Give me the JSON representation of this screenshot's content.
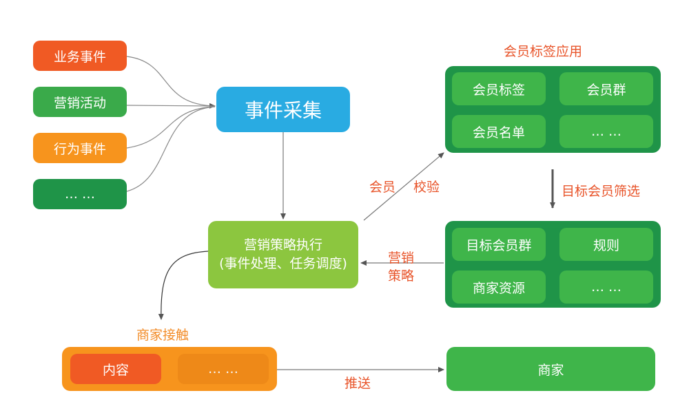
{
  "event_sources": [
    {
      "label": "业务事件",
      "color": "#f05a24"
    },
    {
      "label": "营销活动",
      "color": "#3aaa4a"
    },
    {
      "label": "行为事件",
      "color": "#f7941d"
    },
    {
      "label": "… …",
      "color": "#1f9448"
    }
  ],
  "event_collection": {
    "label": "事件采集",
    "color": "#29abe2"
  },
  "strategy_exec": {
    "line1": "营销策略执行",
    "line2": "(事件处理、任务调度)",
    "color": "#8cc63f"
  },
  "member_tag_app": {
    "title": "会员标签应用",
    "cells": [
      "会员标签",
      "会员群",
      "会员名单",
      "… …"
    ]
  },
  "target_panel": {
    "cells": [
      "目标会员群",
      "规则",
      "商家资源",
      "… …"
    ]
  },
  "merchant_reach": {
    "title": "商家接触",
    "cells": [
      "内容",
      "… …"
    ]
  },
  "merchant": {
    "label": "商家"
  },
  "edge_labels": {
    "verify_a": "会员",
    "verify_b": "校验",
    "filter": "目标会员筛选",
    "strategy_a": "营销",
    "strategy_b": "策略",
    "push": "推送"
  }
}
